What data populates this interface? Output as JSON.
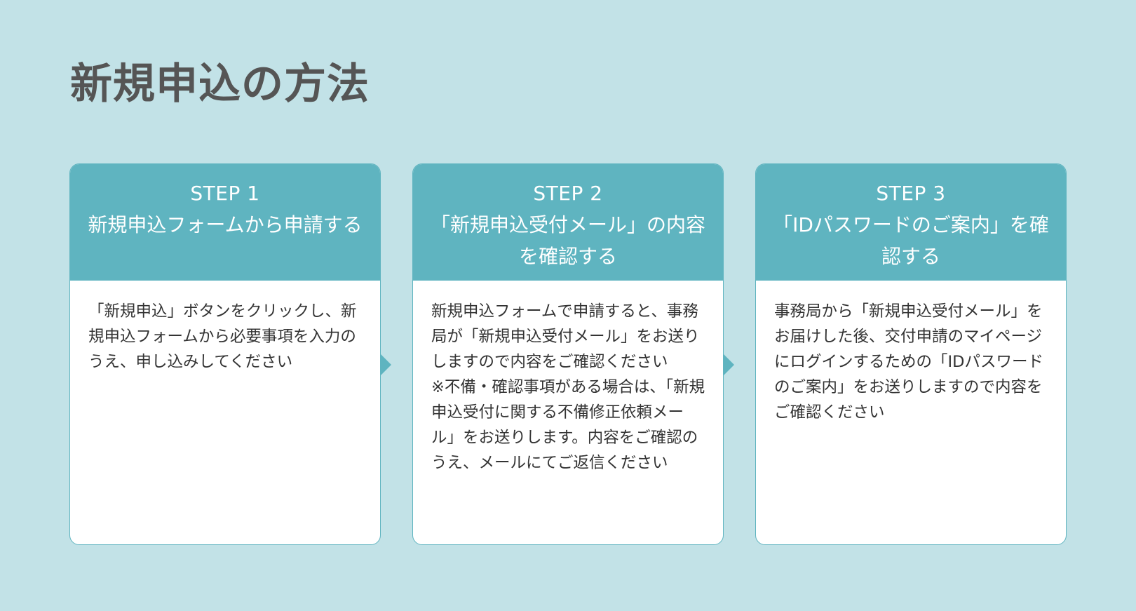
{
  "page": {
    "title": "新規申込の方法"
  },
  "colors": {
    "background": "#c2e2e7",
    "accent": "#5fb4c0",
    "title_text": "#555555",
    "body_text": "#333333",
    "card_bg": "#ffffff"
  },
  "steps": [
    {
      "number_label": "STEP 1",
      "title": "新規申込フォームから申請する",
      "body": "「新規申込」ボタンをクリックし、新規申込フォームから必要事項を入力のうえ、申し込みしてください"
    },
    {
      "number_label": "STEP 2",
      "title": "「新規申込受付メール」の内容を確認する",
      "body": "新規申込フォームで申請すると、事務局が「新規申込受付メール」をお送りしますので内容をご確認ください\n※不備・確認事項がある場合は、「新規申込受付に関する不備修正依頼メール」をお送りします。内容をご確認のうえ、メールにてご返信ください"
    },
    {
      "number_label": "STEP 3",
      "title": "「IDパスワードのご案内」を確認する",
      "body": "事務局から「新規申込受付メール」をお届けした後、交付申請のマイページにログインするための「IDパスワードのご案内」をお送りしますので内容をご確認ください"
    }
  ],
  "icons": {
    "step_arrow": "triangle-right"
  }
}
